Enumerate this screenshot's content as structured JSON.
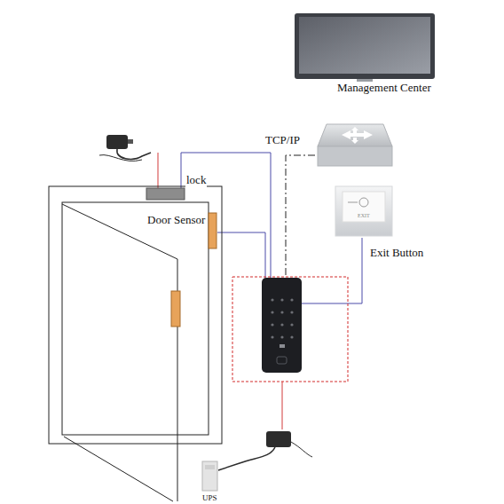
{
  "diagram": {
    "nodes": [
      {
        "text": [
          "Management Center"
        ]
      },
      {
        "text": [
          "lock"
        ]
      },
      {
        "text": [
          "Door Sensor"
        ]
      },
      {
        "text": [
          "Exit Button"
        ]
      },
      {
        "text": [
          "UPS"
        ]
      }
    ],
    "labels": [
      "TCP/IP",
      "EXIT"
    ]
  }
}
